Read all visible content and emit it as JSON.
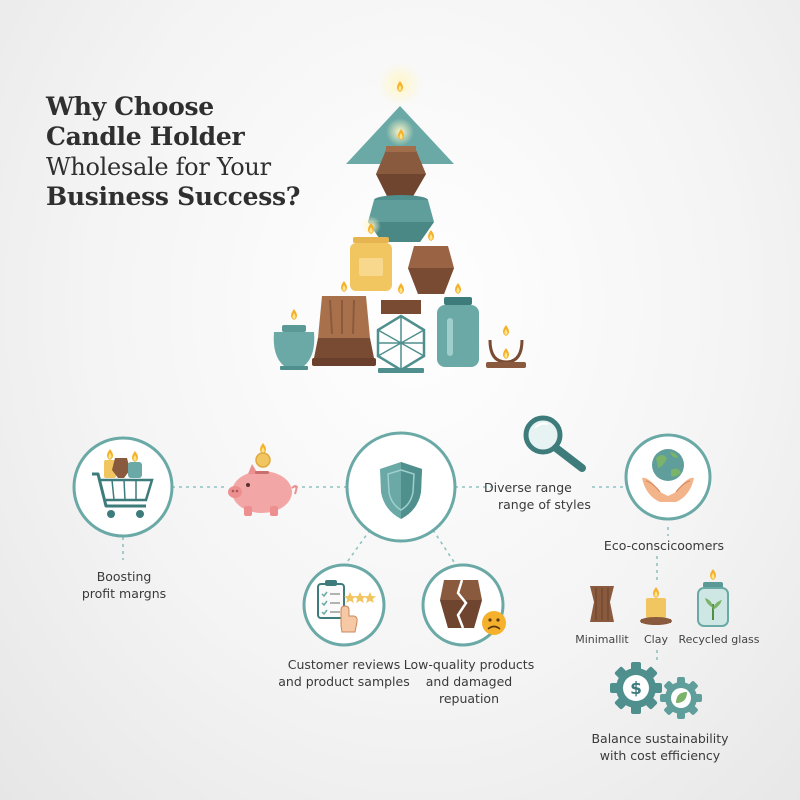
{
  "title": {
    "line1": "Why Choose",
    "line2": "Candle Holder",
    "line3": "Wholesale for Your",
    "line4": "Business Success?"
  },
  "nodes": {
    "profit": {
      "line1": "Boosting",
      "line2": "profit margns"
    },
    "range": {
      "line1": "Diverse range",
      "line2": "range of styles"
    },
    "eco": {
      "label": "Eco-conscicoomers"
    },
    "reviews": {
      "line1": "Customer reviews",
      "line2": "and product samples"
    },
    "quality": {
      "line1": "Low-quality products",
      "line2": "and damaged repuation"
    },
    "balance": {
      "line1": "Balance sustainability",
      "line2": "with cost efficiency"
    }
  },
  "materials": [
    "Minimallit",
    "Clay",
    "Recycled glass"
  ],
  "icons": [
    "candle-icon",
    "shopping-cart-icon",
    "piggy-bank-icon",
    "shield-icon",
    "magnifier-icon",
    "globe-hands-icon",
    "checklist-icon",
    "star-rating-icon",
    "cracked-vase-icon",
    "sad-face-icon",
    "gear-icon"
  ],
  "colors": {
    "teal": "#6aa9a6",
    "teal_dark": "#3e7c7b",
    "wood": "#8a5a3e",
    "wood_light": "#b07a54",
    "amber": "#f1c560",
    "pink": "#f3a6a6",
    "line": "#8fc3c0"
  }
}
